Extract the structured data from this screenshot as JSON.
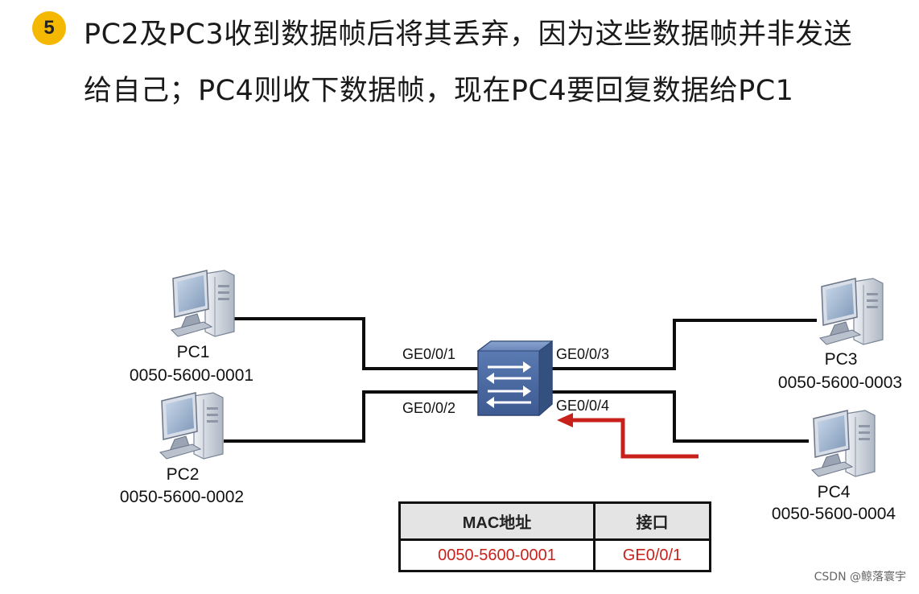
{
  "step": {
    "number": "5"
  },
  "headline": {
    "line1": "PC2及PC3收到数据帧后将其丢弃，因为这些数据帧并非发送",
    "line2": "给自己；PC4则收下数据帧，现在PC4要回复数据给PC1"
  },
  "ports": {
    "ge1": "GE0/0/1",
    "ge2": "GE0/0/2",
    "ge3": "GE0/0/3",
    "ge4": "GE0/0/4"
  },
  "pcs": {
    "pc1": {
      "name": "PC1",
      "mac": "0050-5600-0001"
    },
    "pc2": {
      "name": "PC2",
      "mac": "0050-5600-0002"
    },
    "pc3": {
      "name": "PC3",
      "mac": "0050-5600-0003"
    },
    "pc4": {
      "name": "PC4",
      "mac": "0050-5600-0004"
    }
  },
  "mac_table": {
    "col_mac": "MAC地址",
    "col_port": "接口",
    "rows": [
      {
        "mac": "0050-5600-0001",
        "port": "GE0/0/1"
      }
    ]
  },
  "watermark": "CSDN @鲸落寰宇",
  "colors": {
    "badge": "#f5b800",
    "arrow": "#c8211b",
    "entry_text": "#c8211b",
    "switch": "#5b7cb8"
  },
  "icons": [
    "pc-icon",
    "switch-icon",
    "red-arrow"
  ]
}
